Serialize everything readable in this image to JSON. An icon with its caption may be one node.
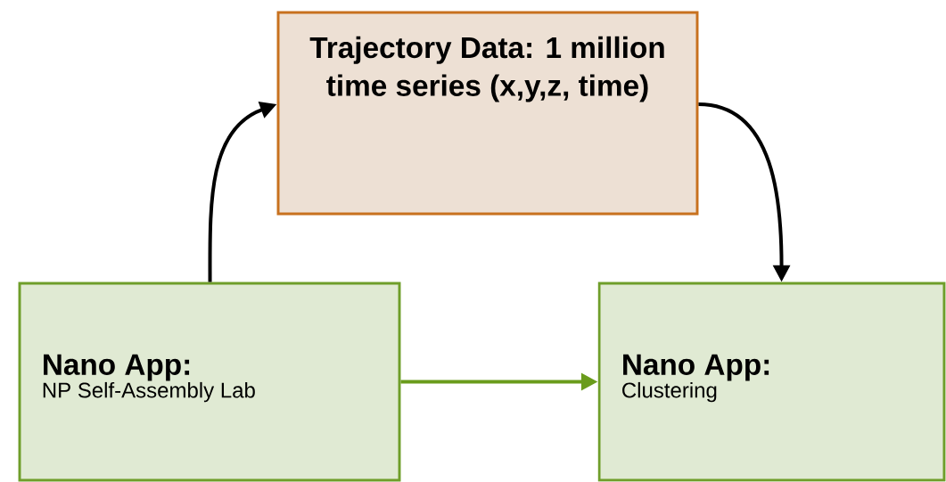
{
  "diagram": {
    "nodes": [
      {
        "text": [
          "Trajectory Data: 1 million time series (x,y,z, time)"
        ]
      },
      {
        "text": [
          "Nano App:",
          "NP Self-Assembly Lab"
        ]
      },
      {
        "text": [
          "Nano App:",
          "Clustering"
        ]
      }
    ],
    "edges": [
      {
        "from": 1,
        "to": 0,
        "arrow": "to"
      },
      {
        "from": 0,
        "to": 2,
        "arrow": "to"
      },
      {
        "from": 1,
        "to": 2,
        "arrow": "to",
        "color": "#6a9c1c"
      }
    ]
  }
}
